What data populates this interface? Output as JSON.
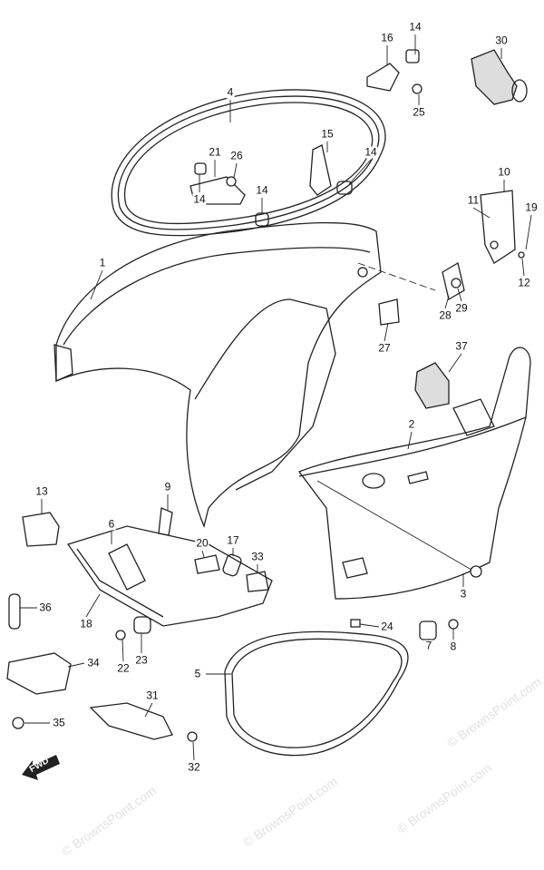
{
  "diagram": {
    "watermark": "© BrownsPoint.com",
    "fwd_label": "FWD",
    "labels": [
      "14",
      "16",
      "30",
      "4",
      "25",
      "21",
      "26",
      "15",
      "14",
      "14",
      "14",
      "10",
      "11",
      "19",
      "12",
      "1",
      "28",
      "29",
      "27",
      "37",
      "2",
      "13",
      "9",
      "6",
      "20",
      "17",
      "33",
      "36",
      "18",
      "3",
      "24",
      "7",
      "8",
      "22",
      "23",
      "5",
      "34",
      "31",
      "35",
      "32"
    ]
  }
}
